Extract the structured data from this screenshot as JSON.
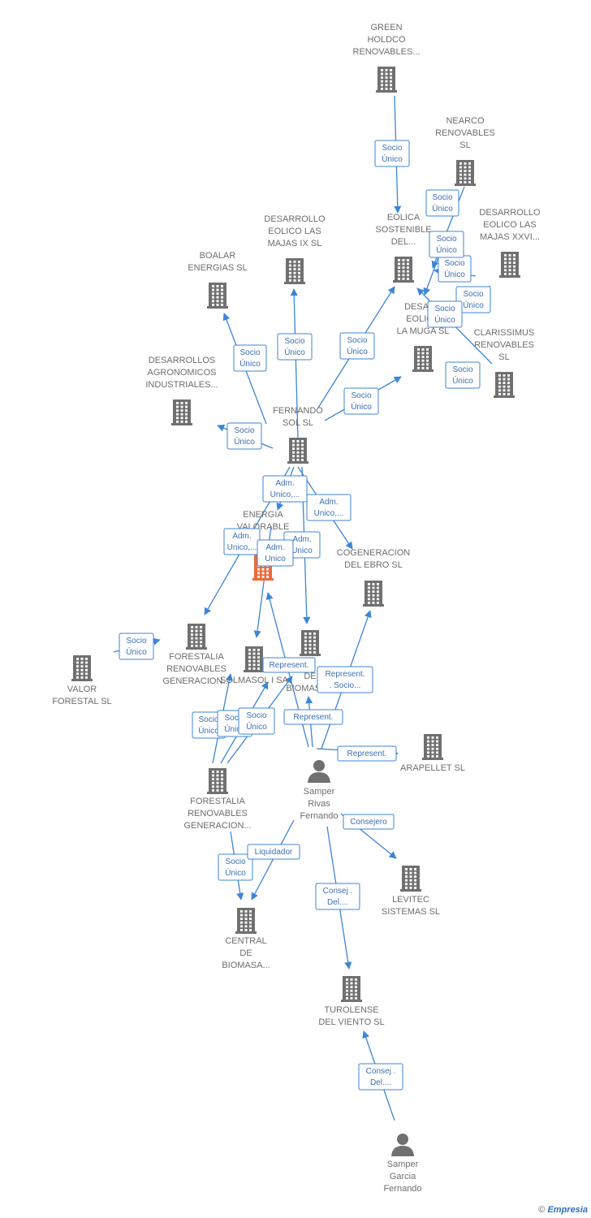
{
  "colors": {
    "edge": "#3d85d6",
    "node": "#707070",
    "focus": "#ee6a3b"
  },
  "nodes": [
    {
      "id": "green",
      "type": "company",
      "label": [
        "GREEN",
        "HOLDCO",
        "RENOVABLES..."
      ]
    },
    {
      "id": "nearco",
      "type": "company",
      "label": [
        "NEARCO",
        "RENOVABLES",
        "SL"
      ]
    },
    {
      "id": "des_xxvi",
      "type": "company",
      "label": [
        "DESARROLLO",
        "EOLICO LAS",
        "MAJAS XXVI..."
      ]
    },
    {
      "id": "eolica",
      "type": "company",
      "label": [
        "EOLICA",
        "SOSTENIBLE",
        "DEL..."
      ]
    },
    {
      "id": "des_ix",
      "type": "company",
      "label": [
        "DESARROLLO",
        "EOLICO LAS",
        "MAJAS IX  SL"
      ]
    },
    {
      "id": "boalar",
      "type": "company",
      "label": [
        "BOALAR",
        "ENERGIAS  SL"
      ]
    },
    {
      "id": "muga",
      "type": "company",
      "label": [
        "DESARR",
        "EOLICO",
        "LA MUGA SL"
      ]
    },
    {
      "id": "clarissimus",
      "type": "company",
      "label": [
        "CLARISSIMUS",
        "RENOVABLES",
        "SL"
      ]
    },
    {
      "id": "agronomicos",
      "type": "company",
      "label": [
        "DESARROLLOS",
        "AGRONOMICOS",
        "INDUSTRIALES..."
      ]
    },
    {
      "id": "fernando_sol",
      "type": "company",
      "label": [
        "FERNANDO",
        "SOL SL"
      ]
    },
    {
      "id": "energia",
      "type": "focus",
      "label": [
        "ENERGIA",
        "VALORABLE"
      ]
    },
    {
      "id": "cogeneracion",
      "type": "company",
      "label": [
        "COGENERACION",
        "DEL EBRO  SL"
      ]
    },
    {
      "id": "forestalia_a",
      "type": "company",
      "label": [
        "FORESTALIA",
        "RENOVABLES",
        "GENERACION..."
      ]
    },
    {
      "id": "valor_forestal",
      "type": "company",
      "label": [
        "VALOR",
        "FORESTAL SL"
      ]
    },
    {
      "id": "solmasol",
      "type": "company",
      "label": [
        "SOLMASOL I SA"
      ]
    },
    {
      "id": "biomasa_top",
      "type": "company",
      "label": [
        "DE",
        "BIOMASA..."
      ]
    },
    {
      "id": "arapellet",
      "type": "company",
      "label": [
        "ARAPELLET  SL"
      ]
    },
    {
      "id": "samper_rivas",
      "type": "person",
      "label": [
        "Samper",
        "Rivas",
        "Fernando"
      ]
    },
    {
      "id": "forestalia_b",
      "type": "company",
      "label": [
        "FORESTALIA",
        "RENOVABLES",
        "GENERACION..."
      ]
    },
    {
      "id": "levitec",
      "type": "company",
      "label": [
        "LEVITEC",
        "SISTEMAS  SL"
      ]
    },
    {
      "id": "central",
      "type": "company",
      "label": [
        "CENTRAL",
        "DE",
        "BIOMASA..."
      ]
    },
    {
      "id": "turolense",
      "type": "company",
      "label": [
        "TUROLENSE",
        "DEL VIENTO SL"
      ]
    },
    {
      "id": "samper_garcia",
      "type": "person",
      "label": [
        "Samper",
        "Garcia",
        "Fernando"
      ]
    }
  ],
  "edges": [
    {
      "id": "e1",
      "label": [
        "Socio",
        "Único"
      ]
    },
    {
      "id": "e2",
      "label": [
        "Socio",
        "Único"
      ]
    },
    {
      "id": "e3",
      "label": [
        "Socio",
        "Único"
      ]
    },
    {
      "id": "e4",
      "label": [
        "Socio",
        "Único"
      ]
    },
    {
      "id": "e5",
      "label": [
        "Socio",
        "Único"
      ]
    },
    {
      "id": "e6",
      "label": [
        "Socio",
        "Único"
      ]
    },
    {
      "id": "e7",
      "label": [
        "Socio",
        "Único"
      ]
    },
    {
      "id": "e8",
      "label": [
        "Socio",
        "Único"
      ]
    },
    {
      "id": "e9",
      "label": [
        "Socio",
        "Único"
      ]
    },
    {
      "id": "e10",
      "label": [
        "Socio",
        "Único"
      ]
    },
    {
      "id": "e11",
      "label": [
        "Socio",
        "Único"
      ]
    },
    {
      "id": "e12",
      "label": [
        "Socio",
        "Único"
      ]
    },
    {
      "id": "e13",
      "label": [
        "Adm.",
        "Unico,..."
      ]
    },
    {
      "id": "e14",
      "label": [
        "Adm.",
        "Unico,..."
      ]
    },
    {
      "id": "e15",
      "label": [
        "Adm.",
        "Unico,..."
      ]
    },
    {
      "id": "e16",
      "label": [
        "Adm.",
        "Unico"
      ]
    },
    {
      "id": "e17",
      "label": [
        "Adm.",
        "Unico"
      ]
    },
    {
      "id": "e18",
      "label": [
        "Socio",
        "Único"
      ]
    },
    {
      "id": "e19",
      "label": [
        "Represent."
      ]
    },
    {
      "id": "e20",
      "label": [
        "Represent.",
        ". Socio..."
      ]
    },
    {
      "id": "e21",
      "label": [
        "Represent."
      ]
    },
    {
      "id": "e22",
      "label": [
        "Represent."
      ]
    },
    {
      "id": "e23",
      "label": [
        "Socio",
        "Único"
      ]
    },
    {
      "id": "e24",
      "label": [
        "Socio",
        "Único"
      ]
    },
    {
      "id": "e25",
      "label": [
        "Socio",
        "Único"
      ]
    },
    {
      "id": "e26",
      "label": [
        "Consejero"
      ]
    },
    {
      "id": "e27",
      "label": [
        "Socio",
        "Único"
      ]
    },
    {
      "id": "e28",
      "label": [
        "Liquidador"
      ]
    },
    {
      "id": "e29",
      "label": [
        "Consej .",
        "Del...."
      ]
    },
    {
      "id": "e30",
      "label": [
        "Consej .",
        "Del...."
      ]
    }
  ],
  "footer": {
    "copyright": "©",
    "brand": "Empresia"
  }
}
